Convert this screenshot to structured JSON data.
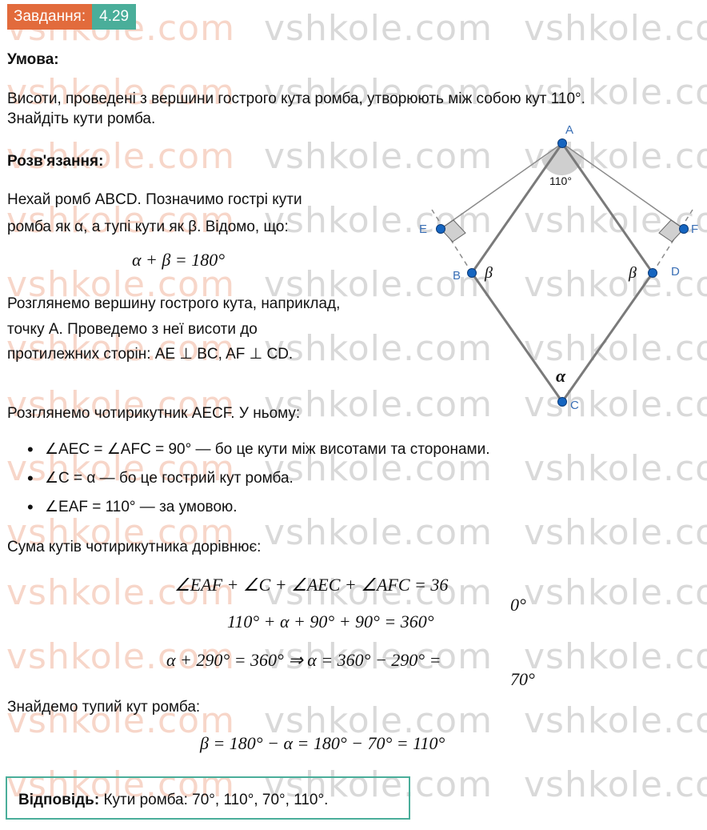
{
  "badge": {
    "label": "Завдання:",
    "number": "4.29"
  },
  "condition": {
    "heading": "Умова:",
    "line1": "Висоти, проведені з вершини гострого кута ромба, утворюють між собою кут 110°.",
    "line2": "Знайдіть кути ромба."
  },
  "solution": {
    "heading": "Розв'язання:",
    "p1a": "Нехай ромб ABCD. Позначимо гострі кути",
    "p1b": "ромба як α, а тупі кути як β. Відомо, що:",
    "eq1": "α + β = 180°",
    "p2a": "Розглянемо вершину гострого кута, наприклад,",
    "p2b": "точку A. Проведемо з неї висоти до",
    "p2c": "протилежних сторін: AE ⊥ BC, AF ⊥ CD.",
    "p3": "Розглянемо чотирикутник AECF. У ньому:",
    "bullets": [
      "∠AEC = ∠AFC = 90° — бо це кути між висотами та сторонами.",
      "∠C = α — бо це гострий кут ромба.",
      "∠EAF = 110° — за умовою."
    ],
    "p4": "Сума кутів чотирикутника дорівнює:",
    "eq2": "∠EAF + ∠C + ∠AEC + ∠AFC = 36",
    "eq2_tail": "0°",
    "eq3": "110° + α + 90° + 90° = 360°",
    "eq4": "α + 290° = 360° ⇒ α = 360° − 290° =",
    "eq4_tail": "70°",
    "p5": "Знайдемо тупий кут ромба:",
    "eq5": "β = 180° − α = 180° − 70° = 110°"
  },
  "answer": {
    "label": "Відповідь:",
    "text": "Кути ромба: 70°, 110°, 70°, 110°."
  },
  "figure": {
    "points": {
      "A": "A",
      "B": "B",
      "C": "C",
      "D": "D",
      "E": "E",
      "F": "F"
    },
    "angle_label": "110°",
    "alpha": "α",
    "beta": "β",
    "point_color": "#1565c0"
  },
  "watermark": "vshkole.com"
}
